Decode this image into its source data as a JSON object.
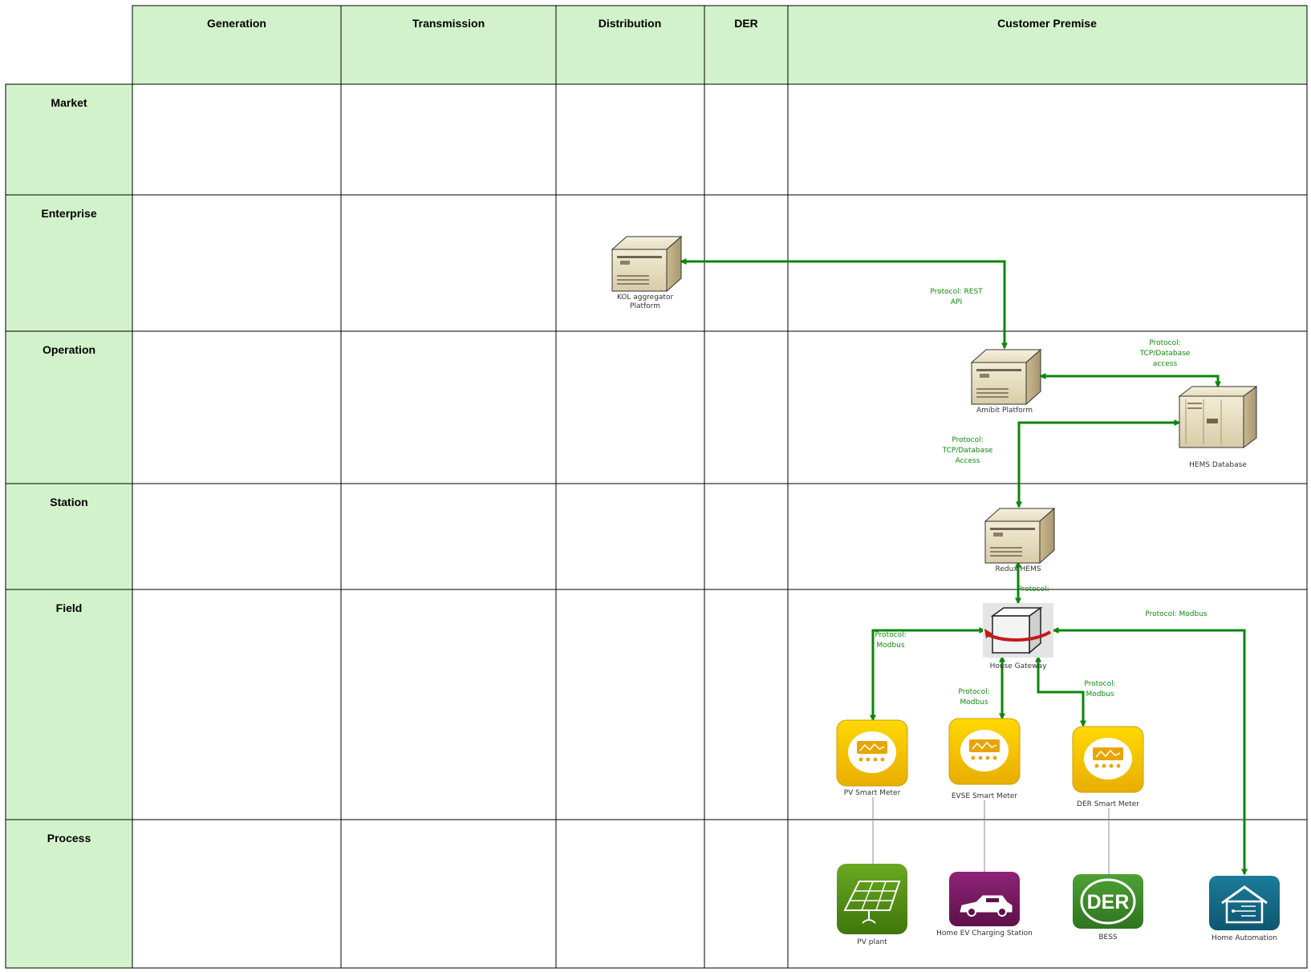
{
  "columns": [
    "Generation",
    "Transmission",
    "Distribution",
    "DER",
    "Customer Premise"
  ],
  "rows": [
    "Market",
    "Enterprise",
    "Operation",
    "Station",
    "Field",
    "Process"
  ],
  "nodes": {
    "kol": "KOL aggregator Platform",
    "amibit": "Amibit Platform",
    "hems_db": "HEMS Database",
    "redux": "Redux HEMS",
    "gateway": "House Gateway",
    "pv_meter": "PV Smart Meter",
    "evse_meter": "EVSE Smart Meter",
    "der_meter": "DER Smart Meter",
    "pv_plant": "PV plant",
    "ev_station": "Home EV Charging Station",
    "bess": "BESS",
    "home_auto": "Home Automation",
    "der_icon_text": "DER"
  },
  "protocols": {
    "rest": "Protocol: REST API",
    "tcp_db_access_lower": "Protocol: TCP/Database access",
    "tcp_db_access_upper": "Protocol: TCP/Database Access",
    "redux_gw": "Protocol:",
    "modbus": "Protocol: Modbus"
  },
  "colors": {
    "header_fill": "#d2f2cb",
    "connector": "#0b850b",
    "protocol_text": "#0e8a0e",
    "meter_yellow": "#f5c400",
    "pv_green": "#4f8a10",
    "ev_purple": "#7a1a63",
    "der_green": "#3d8a2a",
    "home_teal": "#146a86"
  }
}
